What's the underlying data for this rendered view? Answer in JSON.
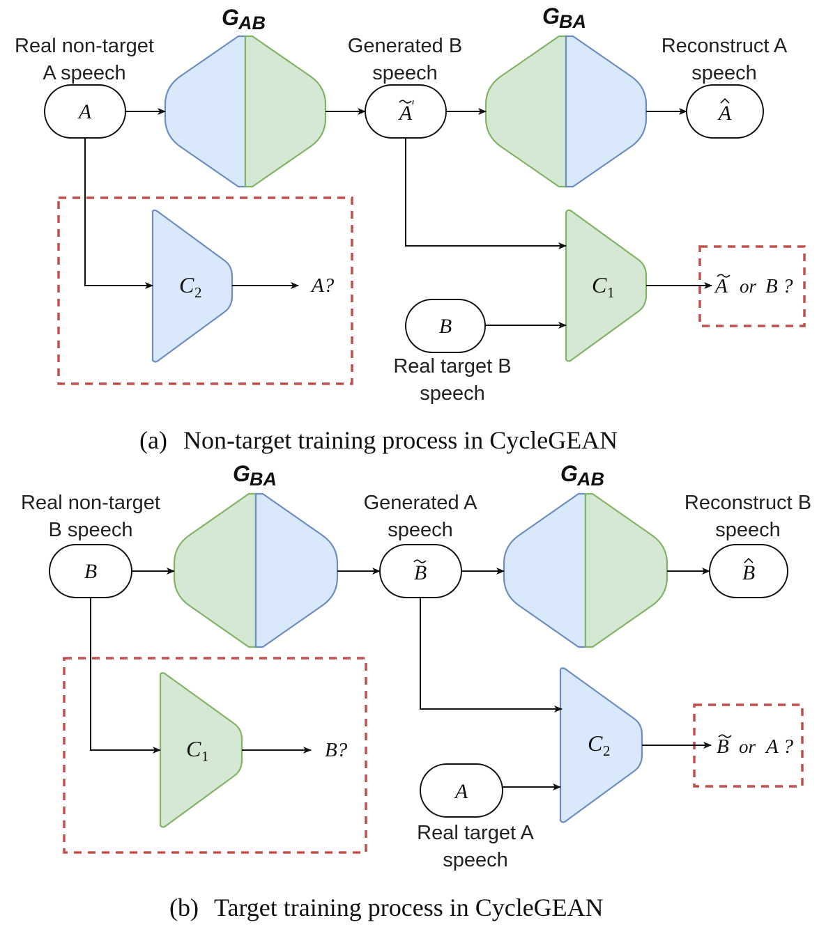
{
  "panel_a": {
    "gen1_name": "G",
    "gen1_sub": "AB",
    "gen2_name": "G",
    "gen2_sub": "BA",
    "label_input_1": "Real non-target",
    "label_input_2": "A speech",
    "label_generated_1": "Generated B",
    "label_generated_2": "speech",
    "label_recon_1": "Reconstruct A",
    "label_recon_2": "speech",
    "label_target_1": "Real target B",
    "label_target_2": "speech",
    "node_input": "A",
    "node_generated": "A",
    "node_recon": "A",
    "node_target": "B",
    "classifier_left": "C",
    "classifier_left_sub": "2",
    "classifier_right": "C",
    "classifier_right_sub": "1",
    "out_left": "A?",
    "out_right_a": "A",
    "out_right_or": "or",
    "out_right_b": "B ?",
    "caption_tag": "(a)",
    "caption_text": "Non-target training process in CycleGEAN"
  },
  "panel_b": {
    "gen1_name": "G",
    "gen1_sub": "BA",
    "gen2_name": "G",
    "gen2_sub": "AB",
    "label_input_1": "Real non-target",
    "label_input_2": "B speech",
    "label_generated_1": "Generated A",
    "label_generated_2": "speech",
    "label_recon_1": "Reconstruct B",
    "label_recon_2": "speech",
    "label_target_1": "Real target A",
    "label_target_2": "speech",
    "node_input": "B",
    "node_generated": "B",
    "node_recon": "B",
    "node_target": "A",
    "classifier_left": "C",
    "classifier_left_sub": "1",
    "classifier_right": "C",
    "classifier_right_sub": "2",
    "out_left": "B?",
    "out_right_a": "B",
    "out_right_or": "or",
    "out_right_b": "A ?",
    "caption_tag": "(b)",
    "caption_text": "Target training process in CycleGEAN"
  },
  "colors": {
    "blue_fill": "#dae8fc",
    "blue_stroke": "#6c8ebf",
    "green_fill": "#d5e8d4",
    "green_stroke": "#82b366",
    "dashed_box": "#c0504d"
  }
}
